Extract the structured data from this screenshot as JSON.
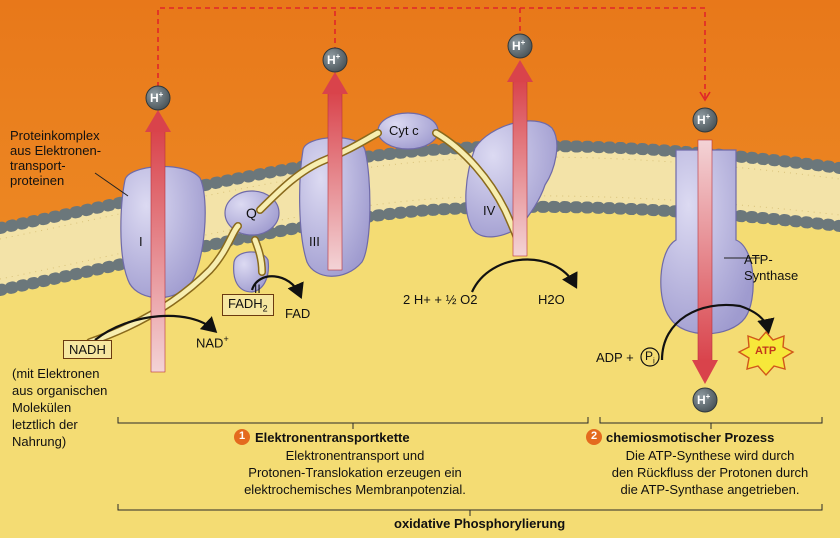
{
  "colors": {
    "sky_top": "#e8781a",
    "sky_bottom": "#f29c2e",
    "cytoplasm": "#f4dc73",
    "membrane_head": "#7f8b8f",
    "membrane_tail": "#f3e3a8",
    "protein": "#b9b6de",
    "proton_arrow": "#d9434b",
    "electron_path": "#f7eeb0",
    "label_box": "#f6e7a0",
    "number_badge": "#e46a1e"
  },
  "proton": {
    "label": "H",
    "superscript": "+"
  },
  "complexes": {
    "I": "I",
    "II": "II",
    "III": "III",
    "IV": "IV",
    "Q": "Q",
    "cyt_c": "Cyt c"
  },
  "labels": {
    "protein_complex": "Proteinkomplex\naus Elektronen-\ntransport-\nproteinen",
    "nadh": "NADH",
    "nad_plus": "NAD",
    "nad_plus_sup": "+",
    "fadh2": "FADH",
    "fadh2_sub": "2",
    "fad": "FAD",
    "water_formation": "2 H+ + ½ O2",
    "water": "H2O",
    "atp_synthase": "ATP-\nSynthase",
    "adp": "ADP +",
    "phosphate": "P",
    "phosphate_sub": "i",
    "atp": "ATP",
    "electron_source": "(mit Elektronen\naus organischen\nMolekülen\nletztlich der\nNahrung)"
  },
  "sections": {
    "electron_transport": {
      "number": "1",
      "title": "Elektronentransportkette",
      "description": "Elektronentransport und\nProtonen-Translokation erzeugen ein\nelektrochemisches Membranpotenzial."
    },
    "chemiosmosis": {
      "number": "2",
      "title": "chemiosmotischer Prozess",
      "description": "Die ATP-Synthese wird durch\nden Rückfluss der Protonen durch\ndie ATP-Synthase angetrieben."
    },
    "overall": "oxidative Phosphorylierung"
  }
}
